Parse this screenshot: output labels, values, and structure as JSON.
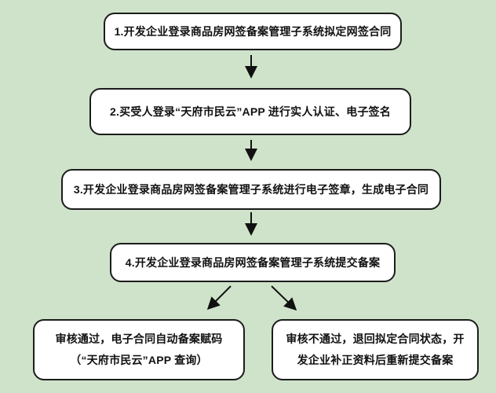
{
  "page": {
    "background_color": "#cfe3ca",
    "box_fill_color": "#ffffff",
    "box_border_color": "#1c1c1c",
    "text_color": "#111111",
    "arrow_color": "#111111"
  },
  "flowchart": {
    "steps": [
      {
        "label": "1.开发企业登录商品房网签备案管理子系统拟定网签合同"
      },
      {
        "label": "2.买受人登录“天府市民云”APP 进行实人认证、电子签名"
      },
      {
        "label": "3.开发企业登录商品房网签备案管理子系统进行电子签章，生成电子合同"
      },
      {
        "label": "4.开发企业登录商品房网签备案管理子系统提交备案"
      }
    ],
    "outcomes": [
      {
        "label": "审核通过，电子合同自动备案赋码（“天府市民云”APP 查询）"
      },
      {
        "label": "审核不通过，退回拟定合同状态，开发企业补正资料后重新提交备案"
      }
    ]
  }
}
